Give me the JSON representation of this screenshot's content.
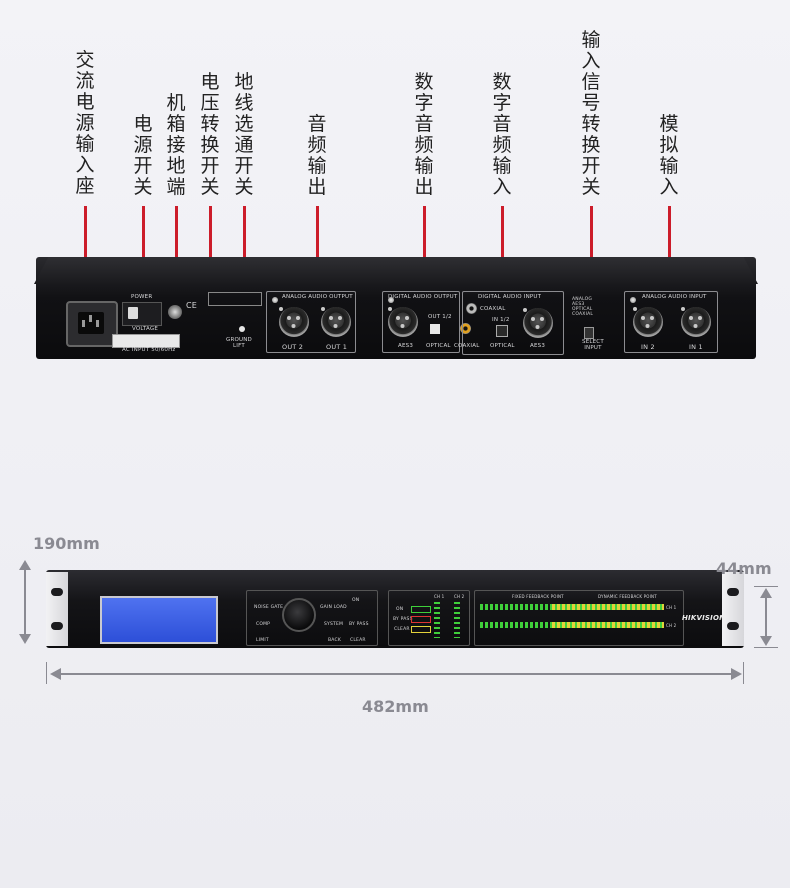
{
  "labels": [
    {
      "id": "ac-input",
      "text": "交流电源输入座"
    },
    {
      "id": "power-switch",
      "text": "电源开关"
    },
    {
      "id": "chassis-ground",
      "text": "机箱接地端"
    },
    {
      "id": "voltage-switch",
      "text": "电压转换开关"
    },
    {
      "id": "ground-lift",
      "text": "地线选通开关"
    },
    {
      "id": "audio-out",
      "text": "音频输出"
    },
    {
      "id": "digital-audio-out",
      "text": "数字音频输出"
    },
    {
      "id": "digital-audio-in",
      "text": "数字音频输入"
    },
    {
      "id": "input-select",
      "text": "输入信号转换开关"
    },
    {
      "id": "analog-in",
      "text": "模拟输入"
    }
  ],
  "rear_panel": {
    "power": "POWER",
    "voltage": "VOLTAGE",
    "ac_input": "AC INPUT 50/60Hz",
    "ground_lift": "GROUND\nLIFT",
    "analog_output": "ANALOG AUDIO OUTPUT",
    "out2": "OUT 2",
    "out1": "OUT 1",
    "digital_output": "DIGITAL AUDIO OUTPUT",
    "out12": "OUT 1/2",
    "aes3_out": "AES3",
    "optical_out": "OPTICAL",
    "coaxial_out": "COAXIAL",
    "digital_input": "DIGITAL AUDIO INPUT",
    "coaxial_in": "COAXIAL",
    "in12": "IN 1/2",
    "optical_in": "OPTICAL",
    "aes3_in": "AES3",
    "select_opts": "ANALOG\nAES3\nOPTICAL\nCOAXIAL",
    "select_input": "SELECT\nINPUT",
    "analog_input": "ANALOG AUDIO INPUT",
    "in2": "IN 2",
    "in1": "IN 1"
  },
  "front_panel": {
    "brand": "HIKVISION",
    "noise_gate": "NOISE GATE",
    "comp": "COMP",
    "limit": "LIMIT",
    "gain_load": "GAIN LOAD",
    "system": "SYSTEM",
    "back": "BACK",
    "on": "ON",
    "bypass": "BY PASS",
    "clear": "CLEAR",
    "ch1": "CH 1",
    "ch2": "CH 2",
    "fixed_feedback": "FIXED FEEDBACK POINT",
    "dynamic_feedback": "DYNAMIC FEEDBACK POINT"
  },
  "dimensions": {
    "depth": "190mm",
    "height": "44mm",
    "width": "482mm"
  },
  "colors": {
    "arrow": "#cc1c2a",
    "lcd": "#3a5ee8",
    "meter_green": "#3fcf3a",
    "meter_yellow": "#e3d23a"
  }
}
